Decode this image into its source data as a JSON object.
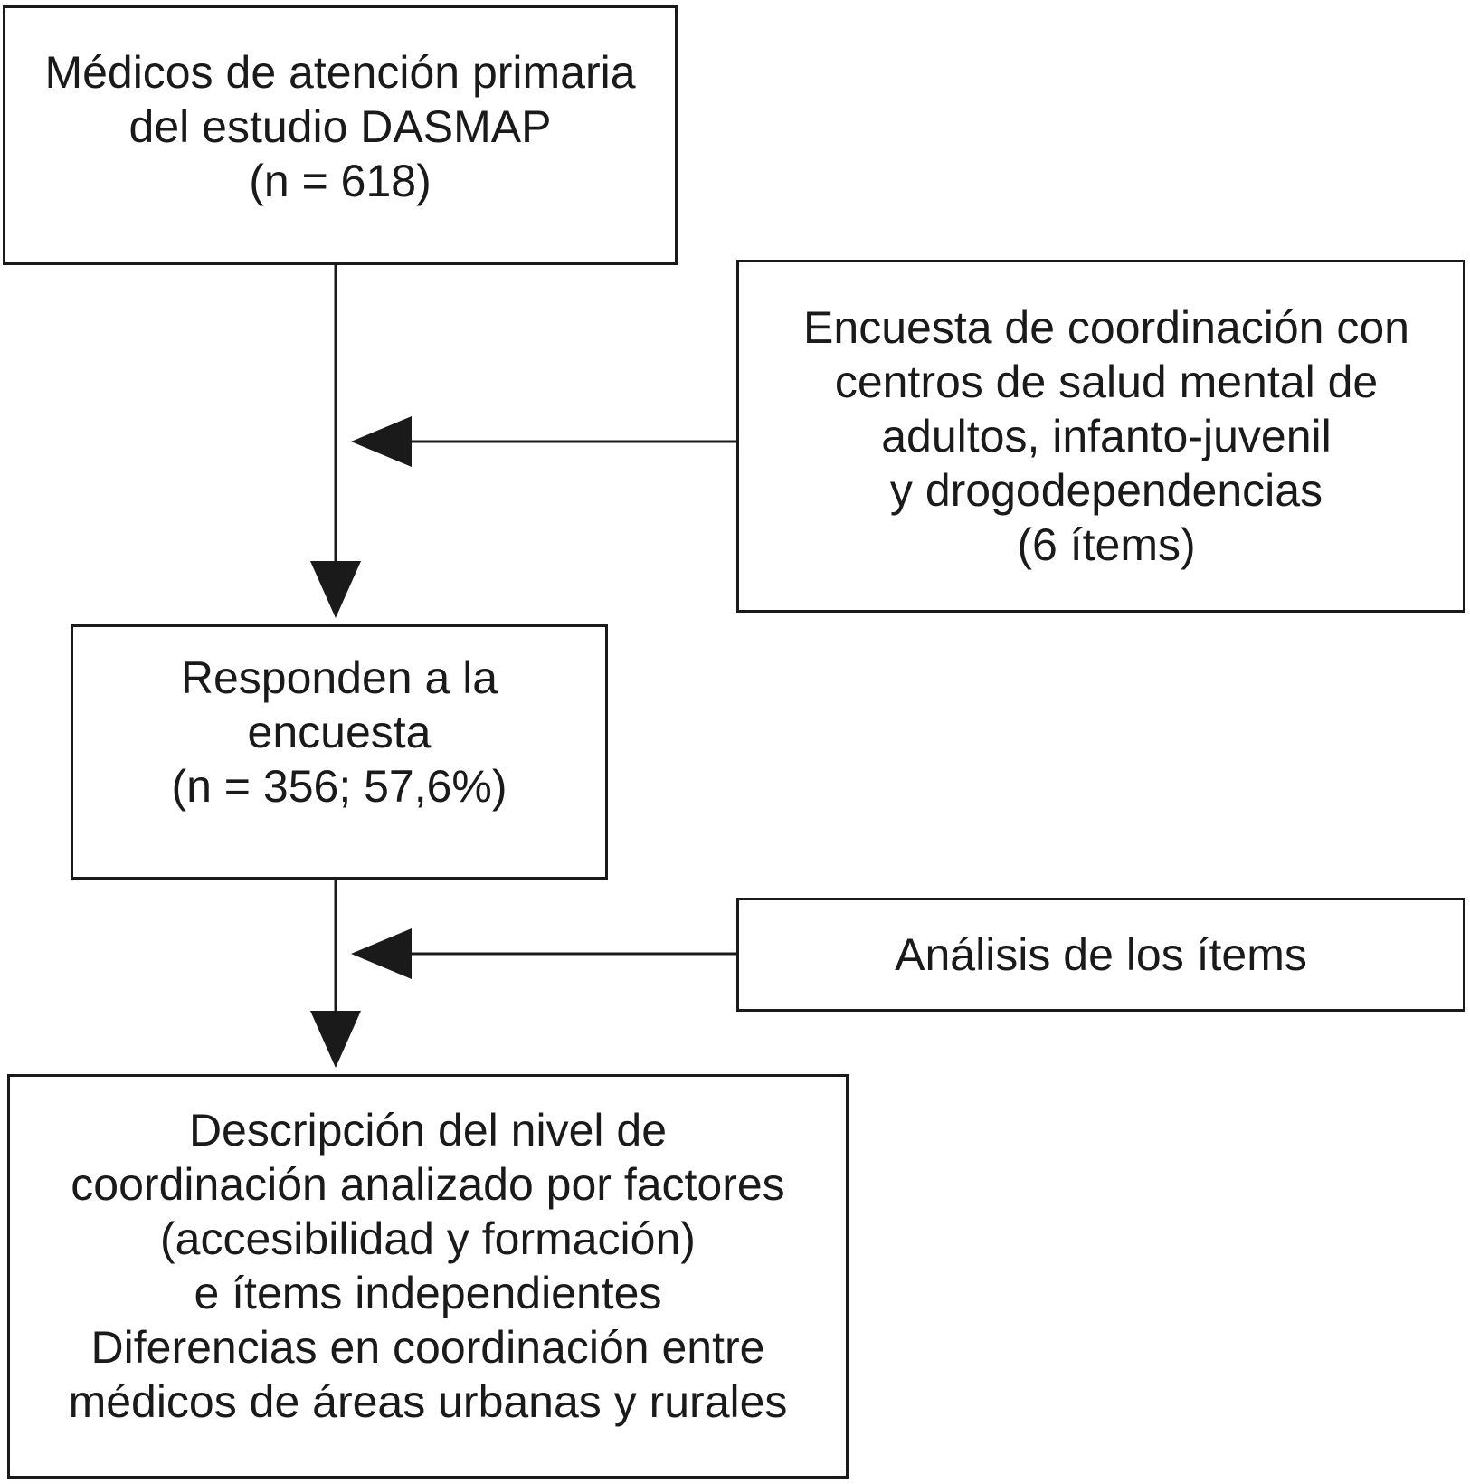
{
  "boxes": {
    "medicos": {
      "lines": [
        "Médicos de atención primaria",
        "del estudio DASMAP",
        "(n = 618)"
      ]
    },
    "encuesta": {
      "lines": [
        "Encuesta de coordinación con",
        "centros de salud mental de",
        "adultos, infanto-juvenil",
        "y drogodependencias",
        "(6 ítems)"
      ]
    },
    "responden": {
      "lines": [
        "Responden a la",
        "encuesta",
        "(n = 356; 57,6%)"
      ]
    },
    "analisis": {
      "lines": [
        "Análisis de los ítems"
      ]
    },
    "descripcion": {
      "lines": [
        "Descripción del nivel de",
        "coordinación analizado por factores",
        "(accesibilidad y formación)",
        "e ítems independientes",
        "Diferencias en coordinación entre",
        "médicos de áreas urbanas y rurales"
      ]
    }
  },
  "colors": {
    "stroke": "#1a1a1a",
    "background": "#ffffff"
  }
}
